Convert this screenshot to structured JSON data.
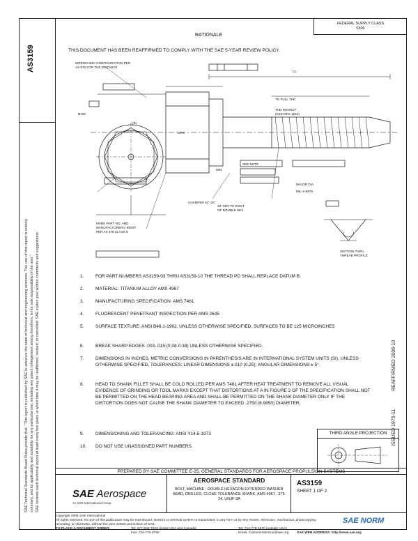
{
  "header": {
    "federal_supply_class_label": "FEDERAL SUPPLY CLASS",
    "federal_supply_class": "5306",
    "document_id": "AS3159",
    "rationale_label": "RATIONALE",
    "reaffirm_statement": "THIS DOCUMENT HAS BEEN REAFFIRMED TO COMPLY WITH THE SAE 5-YEAR REVIEW POLICY."
  },
  "legal_side": [
    "SAE Technical Standards Board Rules provide that: \"This report is published by SAE to advance the state of technical and engineering sciences. The use of this report is entirely",
    "voluntary, and its applicability and suitability for any particular use, including any patent infringement arising therefrom, is the sole responsibility of the user.\"",
    "SAE reviews each technical report at least every five years at which time it may be reaffirmed, revised, or cancelled. SAE invites your written comments and suggestions."
  ],
  "issue_side": {
    "issued": "ISSUED 1975-11",
    "reaffirmed": "REAFFIRMED 2006-10"
  },
  "drawing": {
    "labels": [
      "WRENCHING CONFIGURATION PER",
      "AS 870 FOR THE DISTANCE",
      "(B)",
      "MAX",
      "TO FULL THD",
      "THD RUNOUT",
      "(SEE MFS 1912)",
      "SEE NOTE",
      "CHAMFER 10°-20°",
      "MARK PART NO. AND",
      "MANUFACTURER'S IDENT",
      "PER AS 478 CLASS 6",
      "33° MIN TO ROOT",
      "OF DOUBLE HEX",
      "SECTION THRU",
      "THREAD PROFILE",
      "MAJOR DIA",
      "MIL-S-8879",
      "CL",
      "MIN",
      "NOM"
    ]
  },
  "notes": [
    {
      "num": "1.",
      "text": "FOR PART NUMBERS AS3159-03 THRU AS3159-10 THE THREAD PD SHALL REPLACE DATUM B."
    },
    {
      "num": "2.",
      "text": "MATERIAL: TITANIUM ALLOY AMS 4967"
    },
    {
      "num": "3.",
      "text": "MANUFACTURING SPECIFICATION:  AMS 7461"
    },
    {
      "num": "4.",
      "text": "FLUORESCENT PENETRANT INSPECTION PER AMS 2645"
    },
    {
      "num": "5.",
      "text": "SURFACE TEXTURE:  ANSI B46.1-1962, UNLESS OTHERWISE SPECIFIED, SURFACES TO BE 125 MICROINCHES"
    },
    {
      "num": "6.",
      "text": "BREAK SHARP EDGES .003-.015 (0.08-0.38) UNLESS OTHERWISE SPECIFIED."
    },
    {
      "num": "7.",
      "text": "DIMENSIONS IN INCHES, METRIC CONVERSIONS IN PARENTHESIS ARE IN INTERNATIONAL SYSTEM UNITS (SI). UNLESS OTHERWISE SPECIFIED, TOLERANCES: LINEAR DIMENSIONS ±.010 (0.25), ANGULAR DIMENSIONS ± 5°."
    },
    {
      "num": "8.",
      "text": "HEAD TO SHANK FILLET SHALL BE COLD ROLLED PER AMS 7461 AFTER HEAT TREATMENT TO REMOVE ALL VISUAL EVIDENCE OF GRINDING OR TOOL MARKS EXCEPT THAT DISTORTIONS AT A IN FIGURE 2 OF THE SPECIFICATION SHALL NOT BE PERMITTED ON THE HEAD BEARING AREA AND SHALL BE PERMITTED ON THE SHANK DIAMETER ONLY IF THE DISTORTION DOES NOT CAUSE THE SHANK DIAMETER TO EXCEED .2750 (6.9850) DIAMETER."
    },
    {
      "num": "9.",
      "text": "DIMENSIONING AND TOLERANCING:  ANSI Y14.5-1973"
    },
    {
      "num": "10.",
      "text": "DO NOT USE UNASSIGNED PART NUMBERS."
    }
  ],
  "projection": {
    "label": "THIRD ANGLE PROJECTION"
  },
  "title_block": {
    "prepared_by": "PREPARED BY SAE COMMITTEE E-25, GENERAL STANDARDS FOR AEROSPACE PROPULSION SYSTEMS",
    "logo_sae": "SAE",
    "logo_aerospace": "Aerospace",
    "logo_sub": "An SAE International Group",
    "standard_heading": "AEROSPACE STANDARD",
    "description": "BOLT, MACHINE - DOUBLE HEXAGON EXTENDED WASHER HEAD, DRILLED, CLOSE TOLERANCE SHANK, AMS 4967, .375-24, UNJF-3A",
    "number": "AS3159",
    "sheet": "SHEET 1 OF 2"
  },
  "footer": {
    "copyright": "Copyright 2006 SAE International",
    "rights": "All rights reserved. No part of this publication may be reproduced, stored in a retrieval system or transmitted, in any form or by any means, electronic, mechanical, photocopying,",
    "rights2": "recording, or otherwise, without the prior written permission of SAE.",
    "order_label": "TO PLACE A DOCUMENT ORDER:",
    "tel": "Tel: 877-606-7323 (inside USA and Canada)",
    "tel2": "Tel: 724-776-4970 (outside USA)",
    "fax": "Fax: 724-776-0790",
    "email": "Email: CustomerService@sae.org",
    "web": "SAE WEB ADDRESS: http://www.sae.org",
    "watermark": "SAE NORM"
  }
}
